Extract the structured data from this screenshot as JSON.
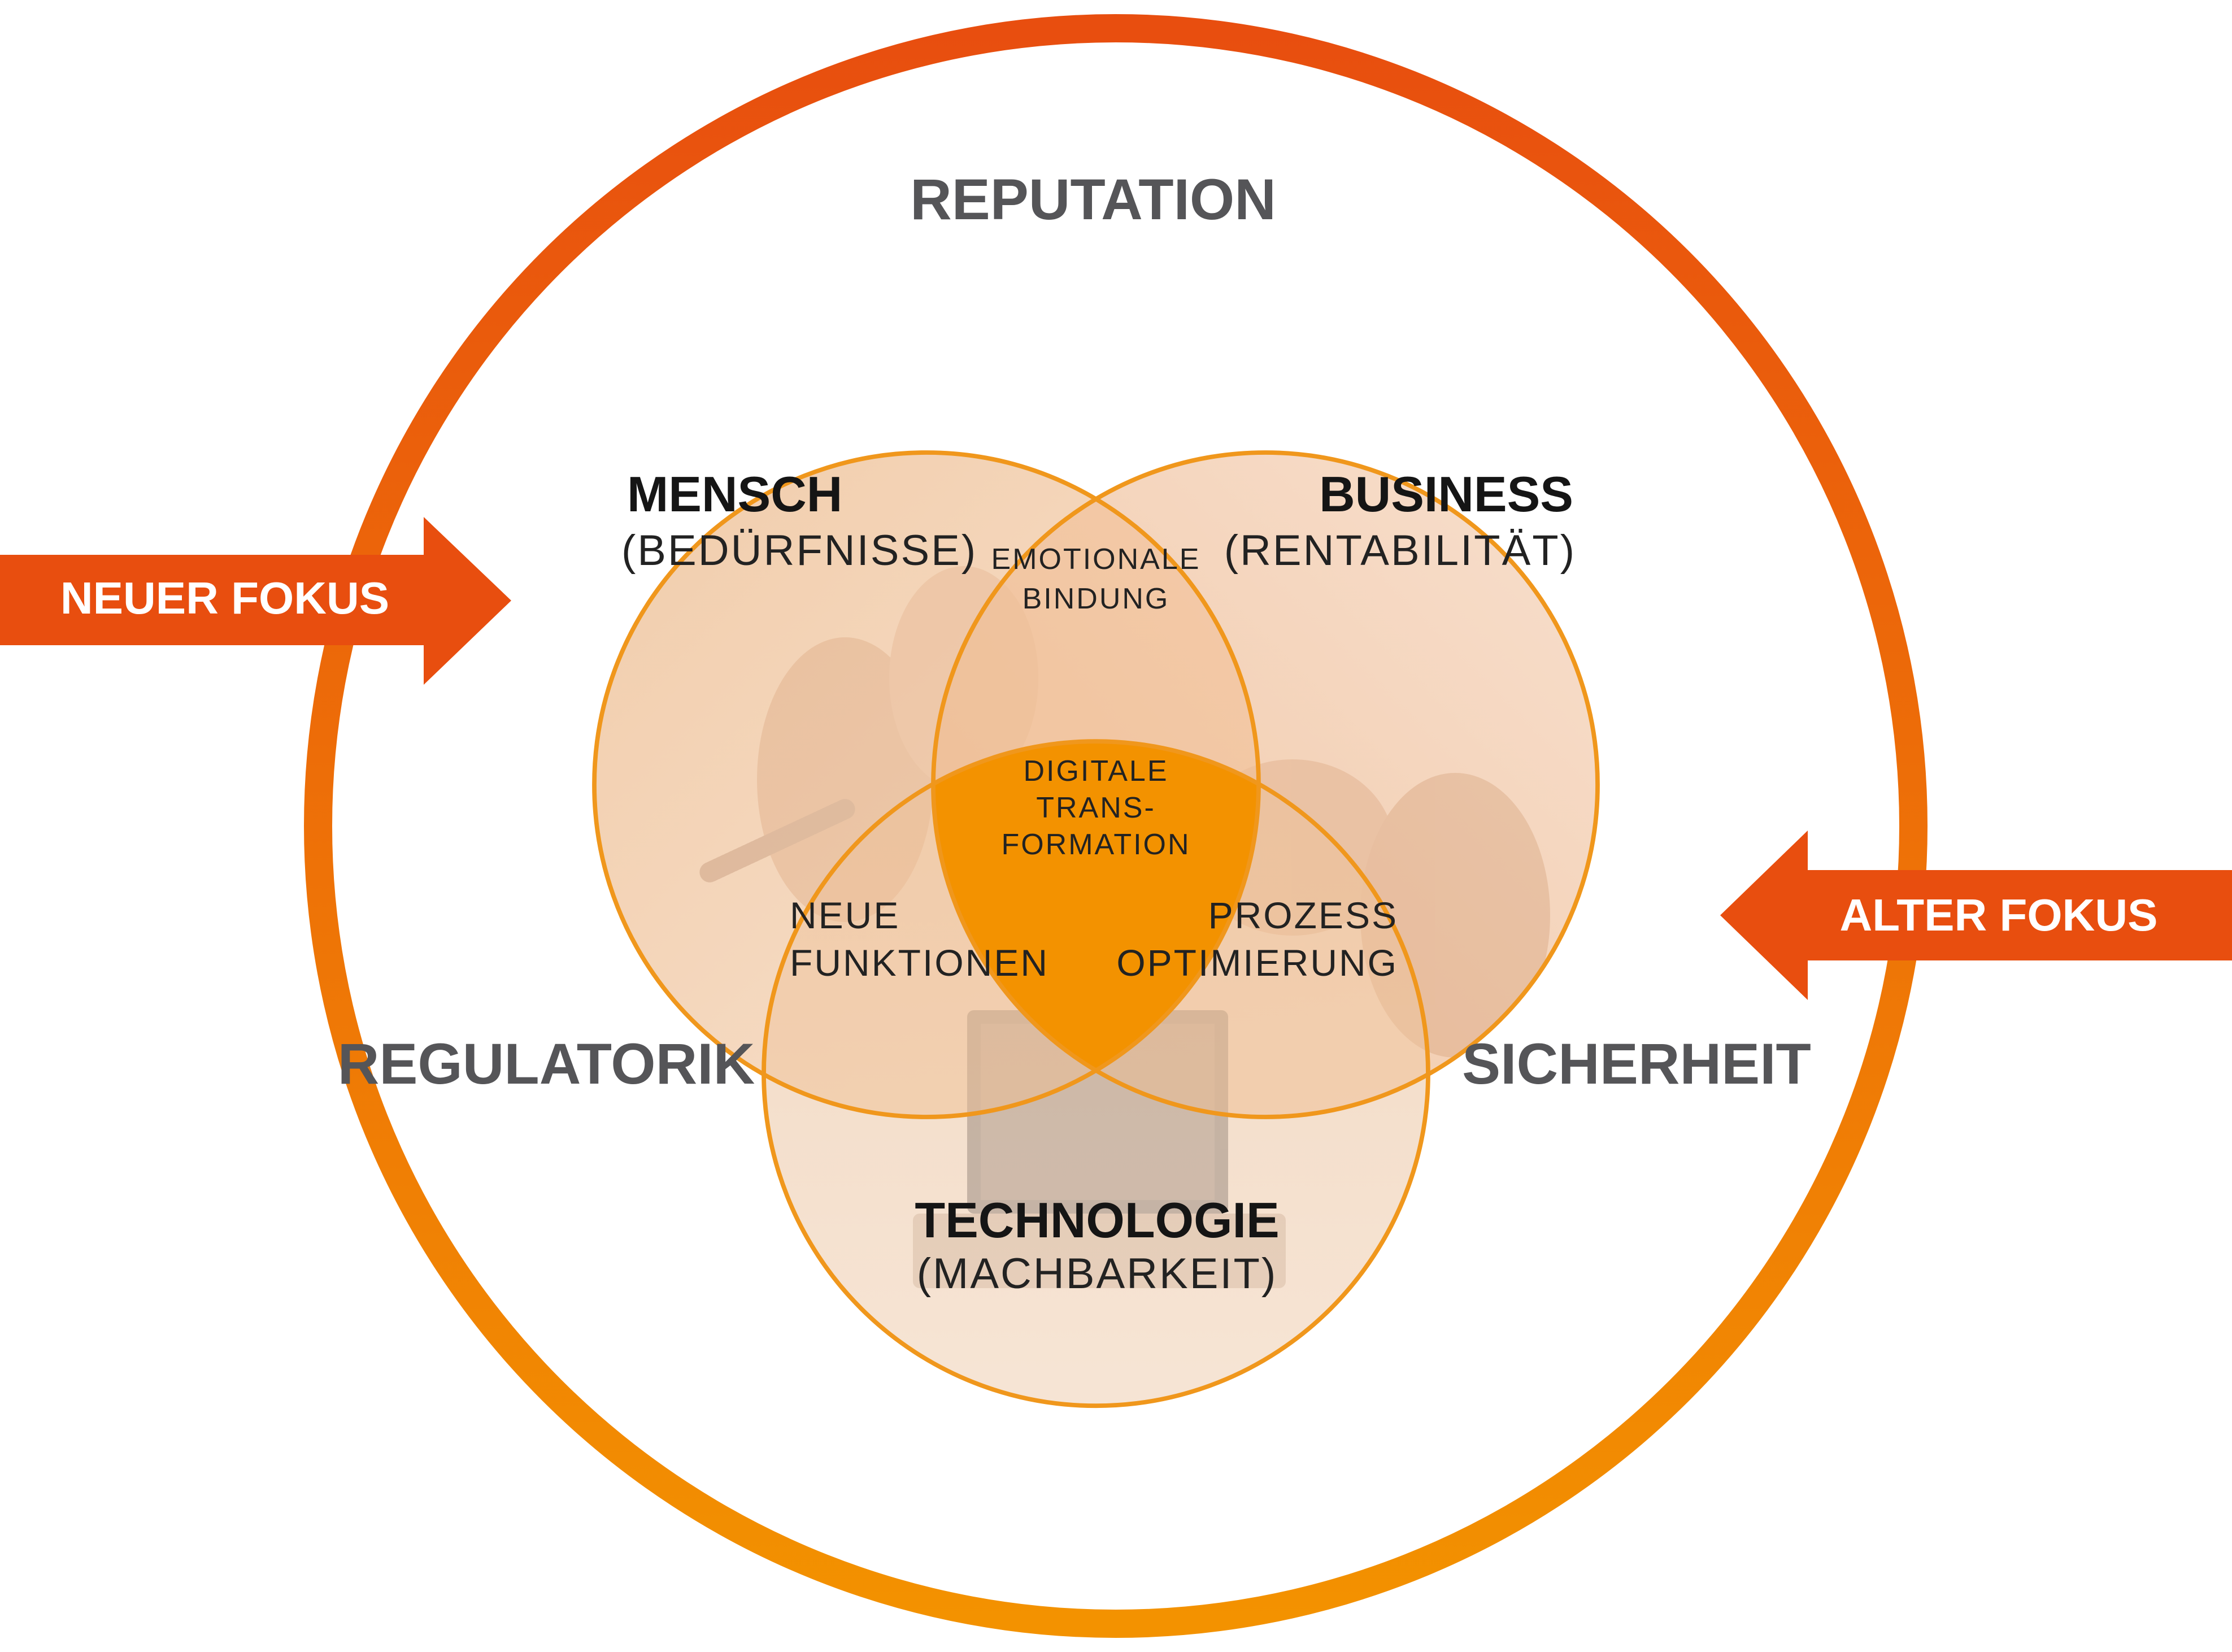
{
  "context": {
    "top": "REPUTATION",
    "left": "REGULATORIK",
    "right": "SICHERHEIT"
  },
  "arrows": {
    "left": "NEUER FOKUS",
    "right": "ALTER FOKUS"
  },
  "circles": {
    "mensch": {
      "title": "MENSCH",
      "subtitle": "(BEDÜRFNISSE)"
    },
    "business": {
      "title": "BUSINESS",
      "subtitle": "(RENTABILITÄT)"
    },
    "technologie": {
      "title": "TECHNOLOGIE",
      "subtitle": "(MACHBARKEIT)"
    }
  },
  "intersections": {
    "mensch_business": [
      "EMOTIONALE",
      "BINDUNG"
    ],
    "center": [
      "DIGITALE",
      "TRANS-",
      "FORMATION"
    ],
    "mensch_technologie": [
      "NEUE",
      "FUNKTIONEN"
    ],
    "business_technologie": [
      "PROZESS",
      "OPTIMIERUNG"
    ]
  },
  "colors": {
    "ring_top": "#e84e0f",
    "ring_bottom": "#f39200",
    "arrow": "#e84e0f",
    "venn_fill": "#f0c8a4",
    "venn_stroke": "#f0971c",
    "center_fill": "#f39200",
    "text_dark": "#151515",
    "text_context": "#555558"
  }
}
